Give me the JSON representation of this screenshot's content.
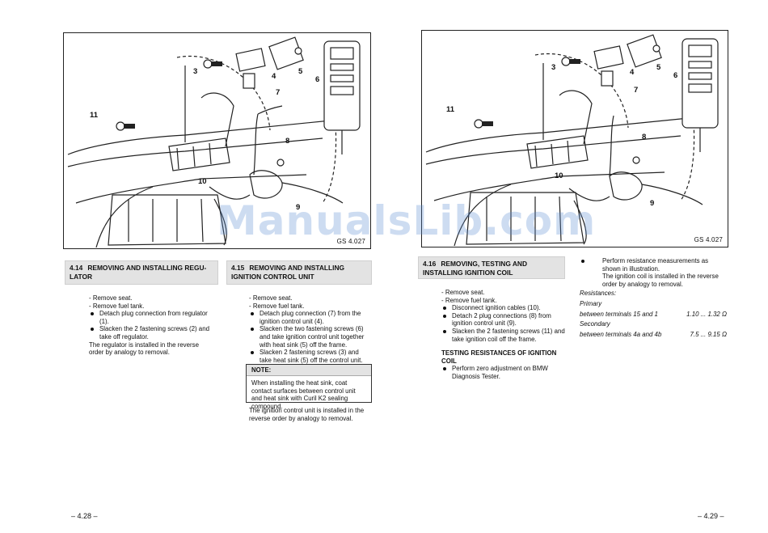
{
  "left": {
    "figure_code": "GS 4.027",
    "callouts": {
      "c3": "3",
      "c4": "4",
      "c5": "5",
      "c6": "6",
      "c7": "7",
      "c8": "8",
      "c9": "9",
      "c10": "10",
      "c11": "11"
    },
    "sec414": {
      "number": "4.14",
      "title": "REMOVING AND INSTALLING REGU-LATOR",
      "steps": [
        "- Remove seat.",
        "- Remove fuel tank."
      ],
      "bullets": [
        "Detach plug connection from regulator (1).",
        "Slacken the 2 fastening screws (2) and take off regulator."
      ],
      "closing": "The regulator is installed in the reverse order by analogy to removal."
    },
    "sec415": {
      "number": "4.15",
      "title": "REMOVING AND INSTALLING IGNITION CONTROL UNIT",
      "steps": [
        "- Remove seat.",
        "- Remove fuel tank."
      ],
      "bullets": [
        "Detach plug connection (7) from the ignition control unit (4).",
        "Slacken the two fastening screws (6) and take ignition control unit together with heat sink (5) off the frame.",
        "Slacken 2 fastening screws (3) and take heat sink (5) off the control unit."
      ],
      "note_title": "NOTE:",
      "note_body": "When installing the heat sink, coat contact surfaces between control unit and heat sink with Curil K2 sealing compound.",
      "closing": "The ignition control unit is installed in the reverse order by analogy to removal."
    },
    "page_number": "– 4.28 –"
  },
  "right": {
    "figure_code": "GS 4.027",
    "callouts": {
      "c3": "3",
      "c4": "4",
      "c5": "5",
      "c6": "6",
      "c7": "7",
      "c8": "8",
      "c9": "9",
      "c10": "10",
      "c11": "11"
    },
    "sec416": {
      "number": "4.16",
      "title": "REMOVING, TESTING AND INSTALLING IGNITION COIL",
      "steps": [
        "- Remove seat.",
        "- Remove fuel tank."
      ],
      "bullets": [
        "Disconnect ignition cables (10).",
        "Detach 2 plug connections (8) from ignition control unit (9).",
        "Slacken the 2 fastening screws (11) and take ignition coil off the frame."
      ],
      "test_heading": "TESTING RESISTANCES OF IGNITION COIL",
      "test_bullets": [
        "Perform zero adjustment on BMW Diagnosis Tester."
      ]
    },
    "col2": {
      "bullet": "Perform resistance measurements as shown in illustration.",
      "installed": "The ignition coil is installed in the reverse order by analogy to removal.",
      "resistances_label": "Resistances:",
      "primary_label": "Primary",
      "primary_desc": "between terminals 15 and 1",
      "primary_value": "1.10 ... 1.32 Ω",
      "secondary_label": "Secondary",
      "secondary_desc": "between terminals 4a and 4b",
      "secondary_value": "7.5 ... 9.15 Ω"
    },
    "page_number": "– 4.29 –"
  },
  "watermark": "ManualsLib.com"
}
